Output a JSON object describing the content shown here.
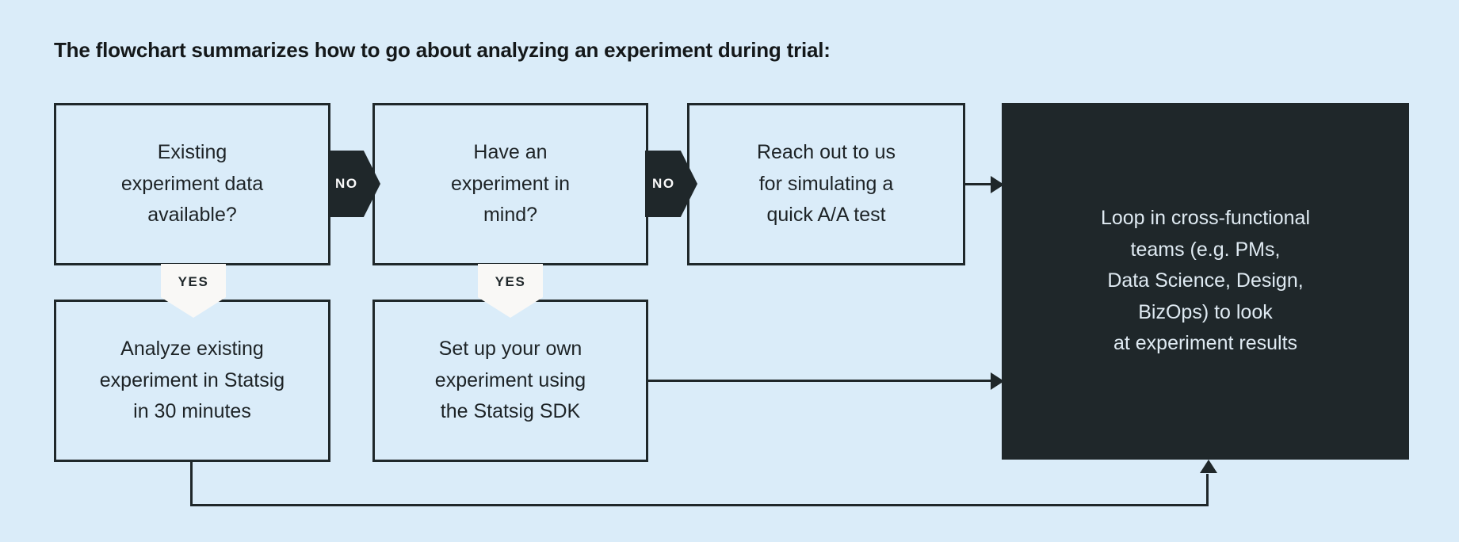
{
  "page": {
    "title": "The flowchart summarizes how to go about analyzing an experiment during trial:",
    "background_color": "#daecf9",
    "line_color": "#1f272a",
    "dark_fill": "#1f272a",
    "dark_text_color": "#dfeaf2",
    "badge_light_fill": "#f9f8f6"
  },
  "chart_data": {
    "type": "diagram",
    "title": "The flowchart summarizes how to go about analyzing an experiment during trial:",
    "nodes": [
      {
        "id": "existing-data",
        "label": "Existing\nexperiment data\navailable?",
        "style": "outlined",
        "row": 1,
        "col": 1
      },
      {
        "id": "have-experiment",
        "label": "Have an\nexperiment in\nmind?",
        "style": "outlined",
        "row": 1,
        "col": 2
      },
      {
        "id": "reach-out",
        "label": "Reach out to us\nfor simulating a\nquick A/A test",
        "style": "outlined",
        "row": 1,
        "col": 3
      },
      {
        "id": "analyze",
        "label": "Analyze existing\nexperiment in Statsig\nin 30 minutes",
        "style": "outlined",
        "row": 2,
        "col": 1
      },
      {
        "id": "setup",
        "label": "Set up your own\nexperiment using\nthe Statsig SDK",
        "style": "outlined",
        "row": 2,
        "col": 2
      },
      {
        "id": "loop-in",
        "label": "Loop in cross-functional\nteams (e.g. PMs,\nData Science, Design,\nBizOps) to look\nat experiment results",
        "style": "filled-dark",
        "row": 1,
        "col": 4
      }
    ],
    "edges": [
      {
        "from": "existing-data",
        "to": "have-experiment",
        "label": "NO",
        "badge": "no-right"
      },
      {
        "from": "have-experiment",
        "to": "reach-out",
        "label": "NO",
        "badge": "no-right"
      },
      {
        "from": "existing-data",
        "to": "analyze",
        "label": "YES",
        "badge": "yes-down"
      },
      {
        "from": "have-experiment",
        "to": "setup",
        "label": "YES",
        "badge": "yes-down"
      },
      {
        "from": "reach-out",
        "to": "loop-in",
        "label": "",
        "badge": "arrow"
      },
      {
        "from": "setup",
        "to": "loop-in",
        "label": "",
        "badge": "arrow"
      },
      {
        "from": "analyze",
        "to": "loop-in",
        "label": "",
        "badge": "arrow"
      }
    ],
    "badges": {
      "no_label": "NO",
      "yes_label": "YES"
    }
  }
}
